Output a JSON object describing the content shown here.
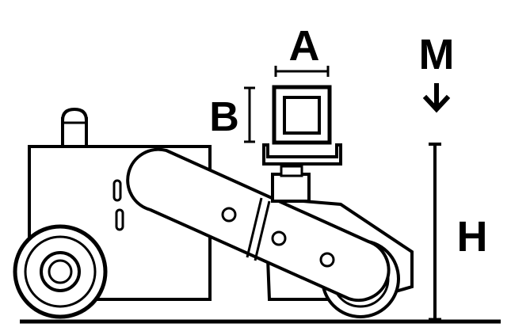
{
  "labels": {
    "a": "A",
    "b": "B",
    "m": "M",
    "h": "H"
  },
  "colors": {
    "stroke": "#000000",
    "background": "#ffffff"
  },
  "icons": {
    "m_marker": "arrow-down-icon"
  }
}
